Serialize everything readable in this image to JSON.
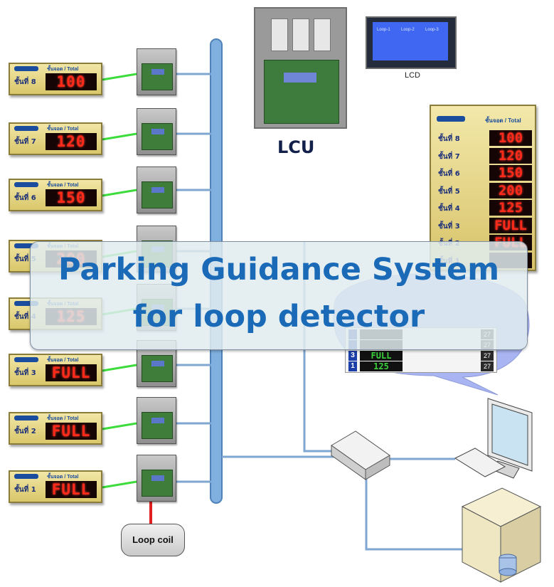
{
  "title": {
    "line1": "Parking Guidance System",
    "line2": "for loop detector"
  },
  "labels": {
    "lcu": "LCU",
    "lcd": "LCD",
    "loop_coil": "Loop coil"
  },
  "lcd_screen": {
    "cells": [
      "Loop-1",
      "Loop-2",
      "Loop-3"
    ]
  },
  "floor_signs": [
    {
      "floor": "ชั้นที่ 8",
      "value": "100"
    },
    {
      "floor": "ชั้นที่ 7",
      "value": "120"
    },
    {
      "floor": "ชั้นที่ 6",
      "value": "150"
    },
    {
      "floor": "ชั้นที่ 5",
      "value": "200"
    },
    {
      "floor": "ชั้นที่ 4",
      "value": "125"
    },
    {
      "floor": "ชั้นที่ 3",
      "value": "FULL"
    },
    {
      "floor": "ชั้นที่ 2",
      "value": "FULL"
    },
    {
      "floor": "ชั้นที่ 1",
      "value": "FULL"
    }
  ],
  "sign_header": "ชั้นจอด / Total",
  "big_sign": {
    "rows": [
      {
        "floor": "ชั้นที่ 8",
        "value": "100"
      },
      {
        "floor": "ชั้นที่ 7",
        "value": "120"
      },
      {
        "floor": "ชั้นที่ 6",
        "value": "150"
      },
      {
        "floor": "ชั้นที่ 5",
        "value": "200"
      },
      {
        "floor": "ชั้นที่ 4",
        "value": "125"
      },
      {
        "floor": "ชั้นที่ 3",
        "value": "FULL"
      },
      {
        "floor": "ชั้นที่ 2",
        "value": "FULL"
      },
      {
        "floor": "ชั้นที่ 1",
        "value": ""
      }
    ]
  },
  "screen_table": {
    "rows": [
      {
        "num": "",
        "status": "",
        "count": "27"
      },
      {
        "num": "",
        "status": "",
        "count": "27"
      },
      {
        "num": "3",
        "status": "FULL",
        "count": "27"
      },
      {
        "num": "1",
        "status": "125",
        "count": "27"
      }
    ]
  },
  "colors": {
    "bus": "#6aa0d6",
    "link_green": "#3ddc3d",
    "link_blue": "#7fa7d2",
    "coil_link": "#e02020",
    "title_text": "#1a6ab8"
  }
}
